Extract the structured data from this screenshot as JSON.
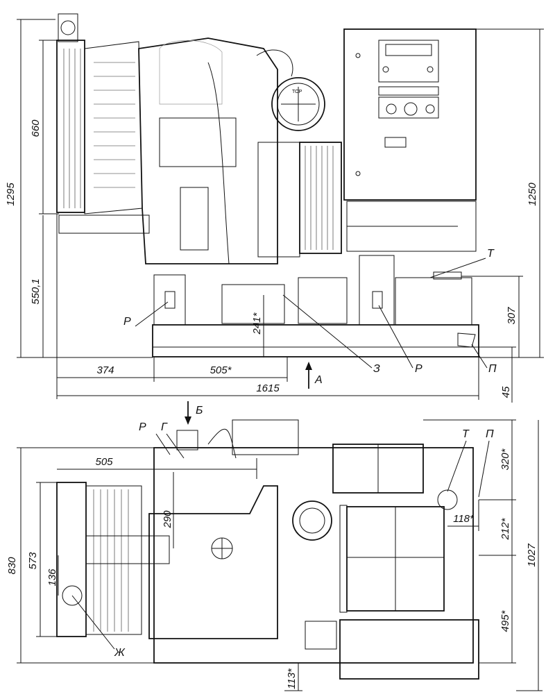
{
  "top_view": {
    "dims": {
      "overall_height": "1295",
      "upper_height": "660",
      "lower_height": "550,1",
      "right_height": "1250",
      "tank_height": "307",
      "small_height": "241*",
      "left_offset": "374",
      "mid_length": "505*",
      "overall_length": "1615",
      "foot_height": "45"
    },
    "labels": {
      "T": "T",
      "P_left": "P",
      "P_right": "P",
      "Z": "З",
      "A": "A",
      "Pi": "П"
    },
    "panel_text": {
      "top_badge": "TOP"
    }
  },
  "bottom_view": {
    "dims": {
      "top_length": "505",
      "overall_width": "830",
      "inner_width": "573",
      "small_width": "136",
      "depth_290": "290",
      "d_320": "320*",
      "d_212": "212*",
      "d_118": "118*",
      "d_1027": "1027",
      "d_495": "495*",
      "d_113": "113*"
    },
    "labels": {
      "B": "Б",
      "P": "Р",
      "G": "Г",
      "T": "Т",
      "Pi": "П",
      "Zh": "Ж"
    }
  }
}
